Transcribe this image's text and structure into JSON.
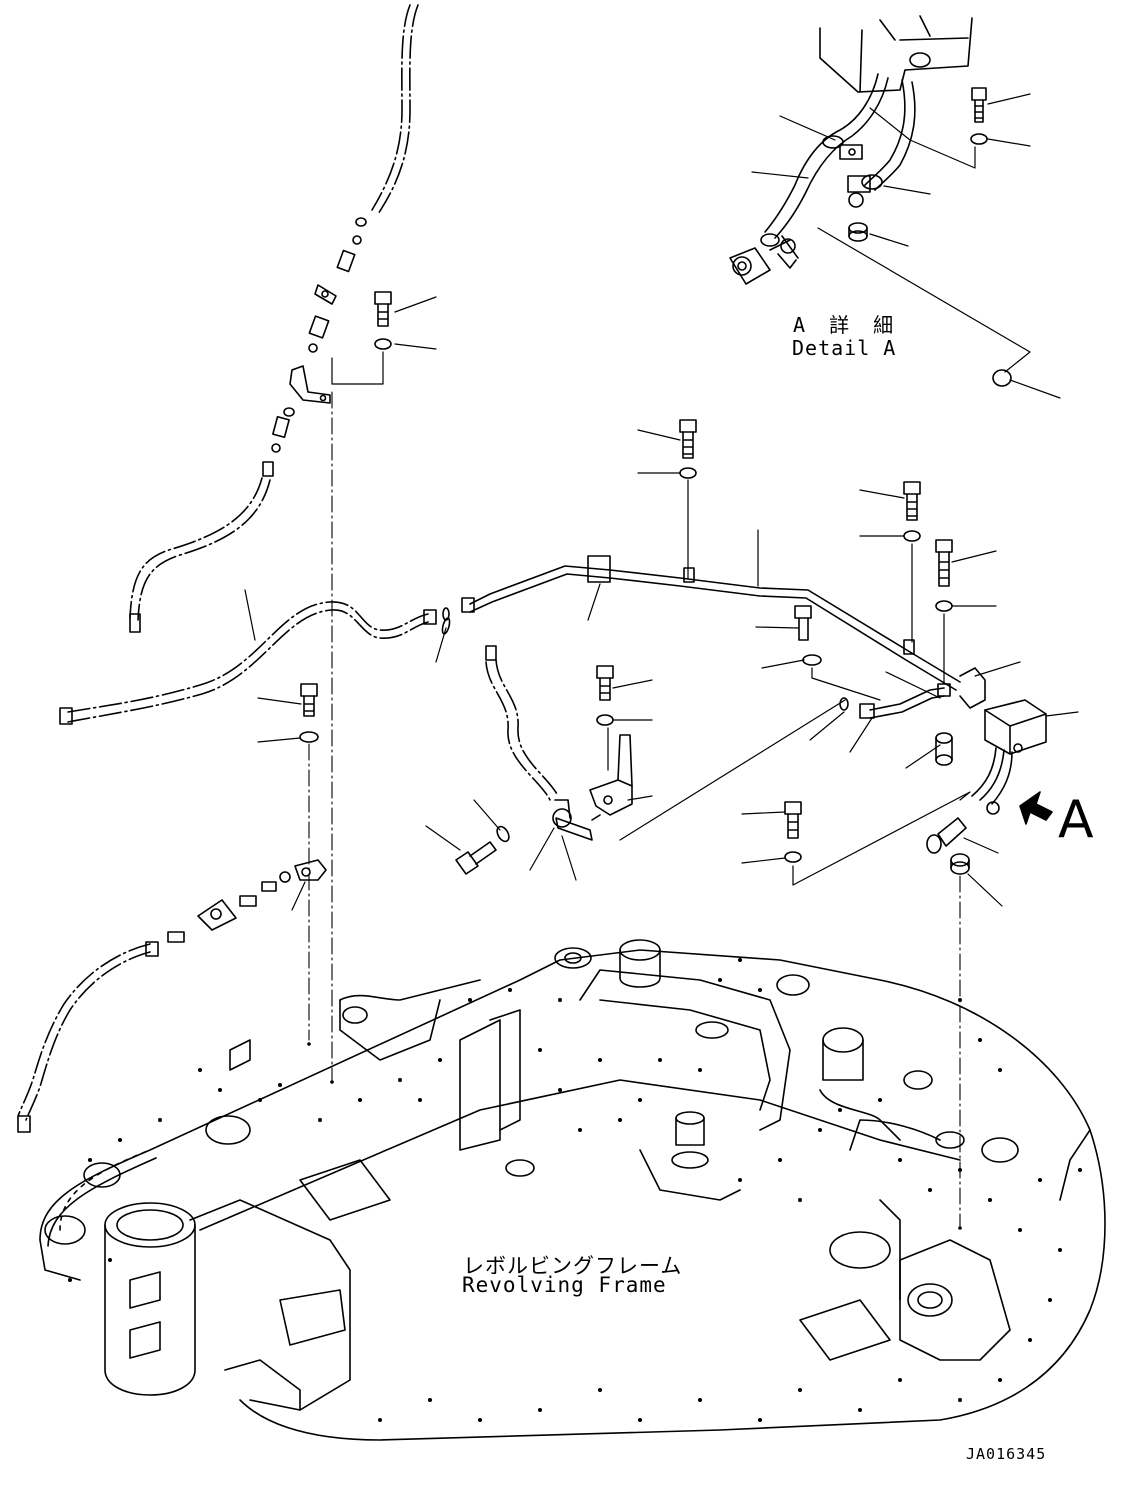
{
  "detail": {
    "title_jp": "A 詳 細",
    "title_en": "Detail A"
  },
  "frame": {
    "label_jp": "レボルビングフレーム",
    "label_en": "Revolving Frame"
  },
  "view_arrow_label": "A",
  "drawing_code": "JA016345",
  "line_color": "#000000"
}
